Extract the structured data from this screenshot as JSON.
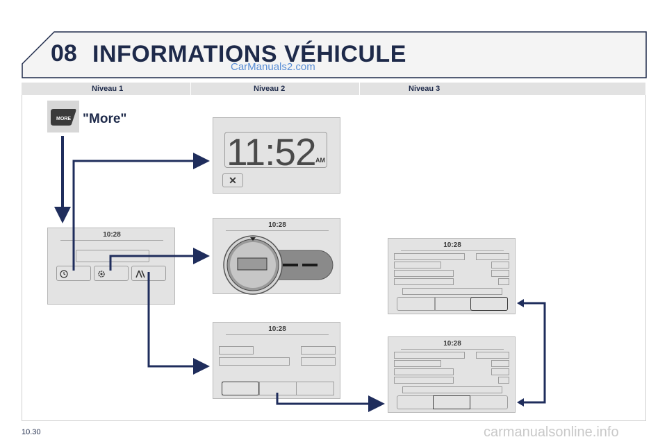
{
  "header": {
    "chapter_number": "08",
    "chapter_title": "INFORMATIONS VÉHICULE",
    "watermark": "CarManuals2.com"
  },
  "columns": [
    "Niveau 1",
    "Niveau 2",
    "Niveau 3"
  ],
  "more": {
    "button_label": "MORE",
    "caption": "\"More\""
  },
  "screens": {
    "level1_time": "10:28",
    "clock": {
      "time": "11:52",
      "ampm": "AM",
      "close_glyph": "✕"
    },
    "dial_time": "10:28",
    "settings_time": "10:28",
    "level3a_time": "10:28",
    "level3b_time": "10:28"
  },
  "footer": {
    "page_number": "10.30",
    "watermark": "carmanualsonline.info"
  },
  "colors": {
    "navy": "#1e2a4a",
    "arrow": "#1f2d5c",
    "screen": "#e3e3e3"
  }
}
